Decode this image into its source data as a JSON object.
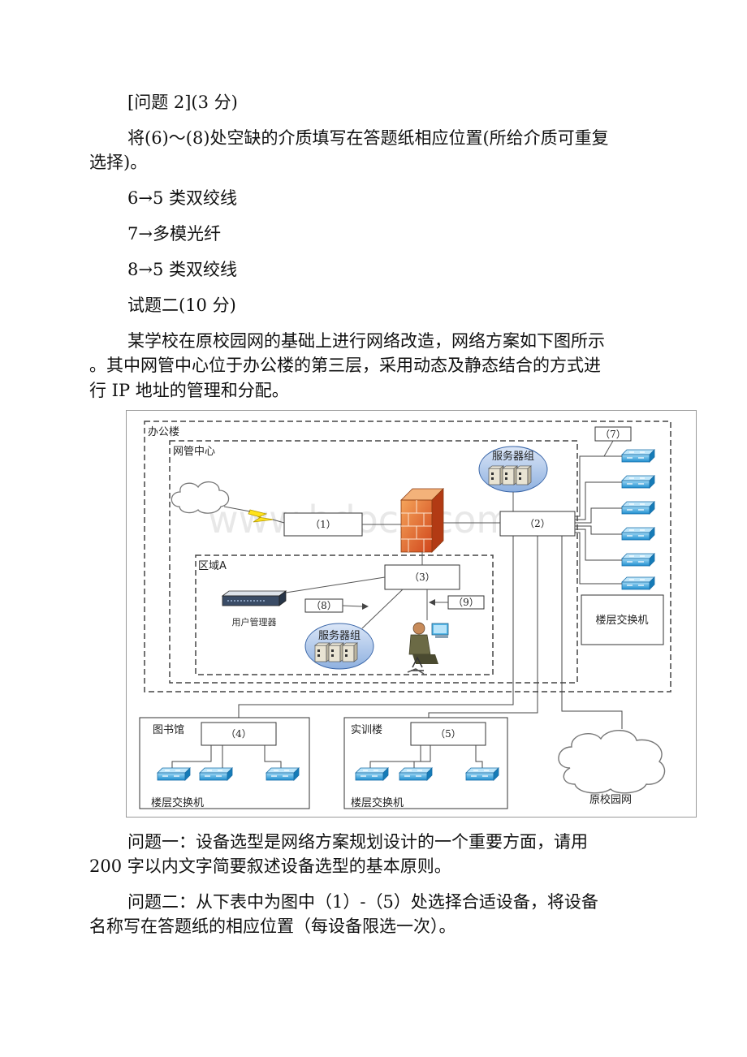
{
  "doc": {
    "q2_heading": "[问题 2](3 分)",
    "q2_instr_line1": "将(6)～(8)处空缺的介质填写在答题纸相应位置(所给介质可重复",
    "q2_instr_line2": "选择)。",
    "answers": [
      "6→5 类双绞线",
      "7→多模光纤",
      "8→5 类双绞线"
    ],
    "exam2_heading": "试题二(10 分)",
    "exam2_intro_line1": "某学校在原校园网的基础上进行网络改造，网络方案如下图所示",
    "exam2_intro_line2": "。其中网管中心位于办公楼的第三层，采用动态及静态结合的方式进",
    "exam2_intro_line3": "行 IP 地址的管理和分配。",
    "problem1_line1": "问题一：设备选型是网络方案规划设计的一个重要方面，请用",
    "problem1_line2": "200 字以内文字简要叙述设备选型的基本原则。",
    "problem2_line1": "问题二：从下表中为图中（1）-（5）处选择合适设备，将设备",
    "problem2_line2": "名称写在答题纸的相应位置（每设备限选一次）。"
  },
  "diagram": {
    "office_building": "办公楼",
    "nmc": "网管中心",
    "zone_a": "区域A",
    "server_group_top": "服务器组",
    "server_group_zone": "服务器组",
    "user_manager": "用户管理器",
    "floor_switch_office": "楼层交换机",
    "library": "图书馆",
    "training_building": "实训楼",
    "floor_switch_library": "楼层交换机",
    "floor_switch_training": "楼层交换机",
    "old_campus": "原校园网",
    "box1": "（1）",
    "box2": "（2）",
    "box3": "（3）",
    "box4": "（4）",
    "box5": "（5）",
    "box7": "（7）",
    "box8": "（8）",
    "box9": "（9）",
    "watermark": "www.bdocx.com"
  }
}
